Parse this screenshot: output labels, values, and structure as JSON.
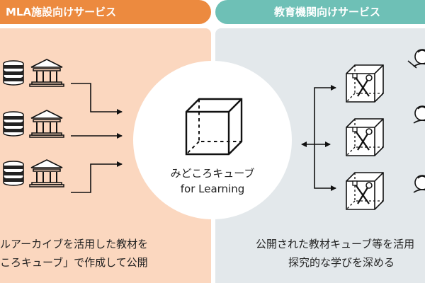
{
  "left_header": "MLA施設向けサービス",
  "right_header": "教育機関向けサービス",
  "center": {
    "line1": "みどころキューブ",
    "line2": "for Learning"
  },
  "left_caption": {
    "line1": "ルアーカイブを活用した教材を",
    "line2": "ころキューブ」で作成して公開"
  },
  "right_caption": {
    "line1": "公開された教材キューブ等を活用",
    "line2": "探究的な学びを深める"
  },
  "icons": [
    "database-icon",
    "museum-building-icon",
    "cube-icon",
    "tools-cube-icon",
    "person-icon",
    "arrow-icon"
  ],
  "colors": {
    "left_header": "#ec8a3f",
    "left_panel": "#fbd7bf",
    "right_header": "#6ec0b6",
    "right_panel": "#e3e8eb"
  }
}
